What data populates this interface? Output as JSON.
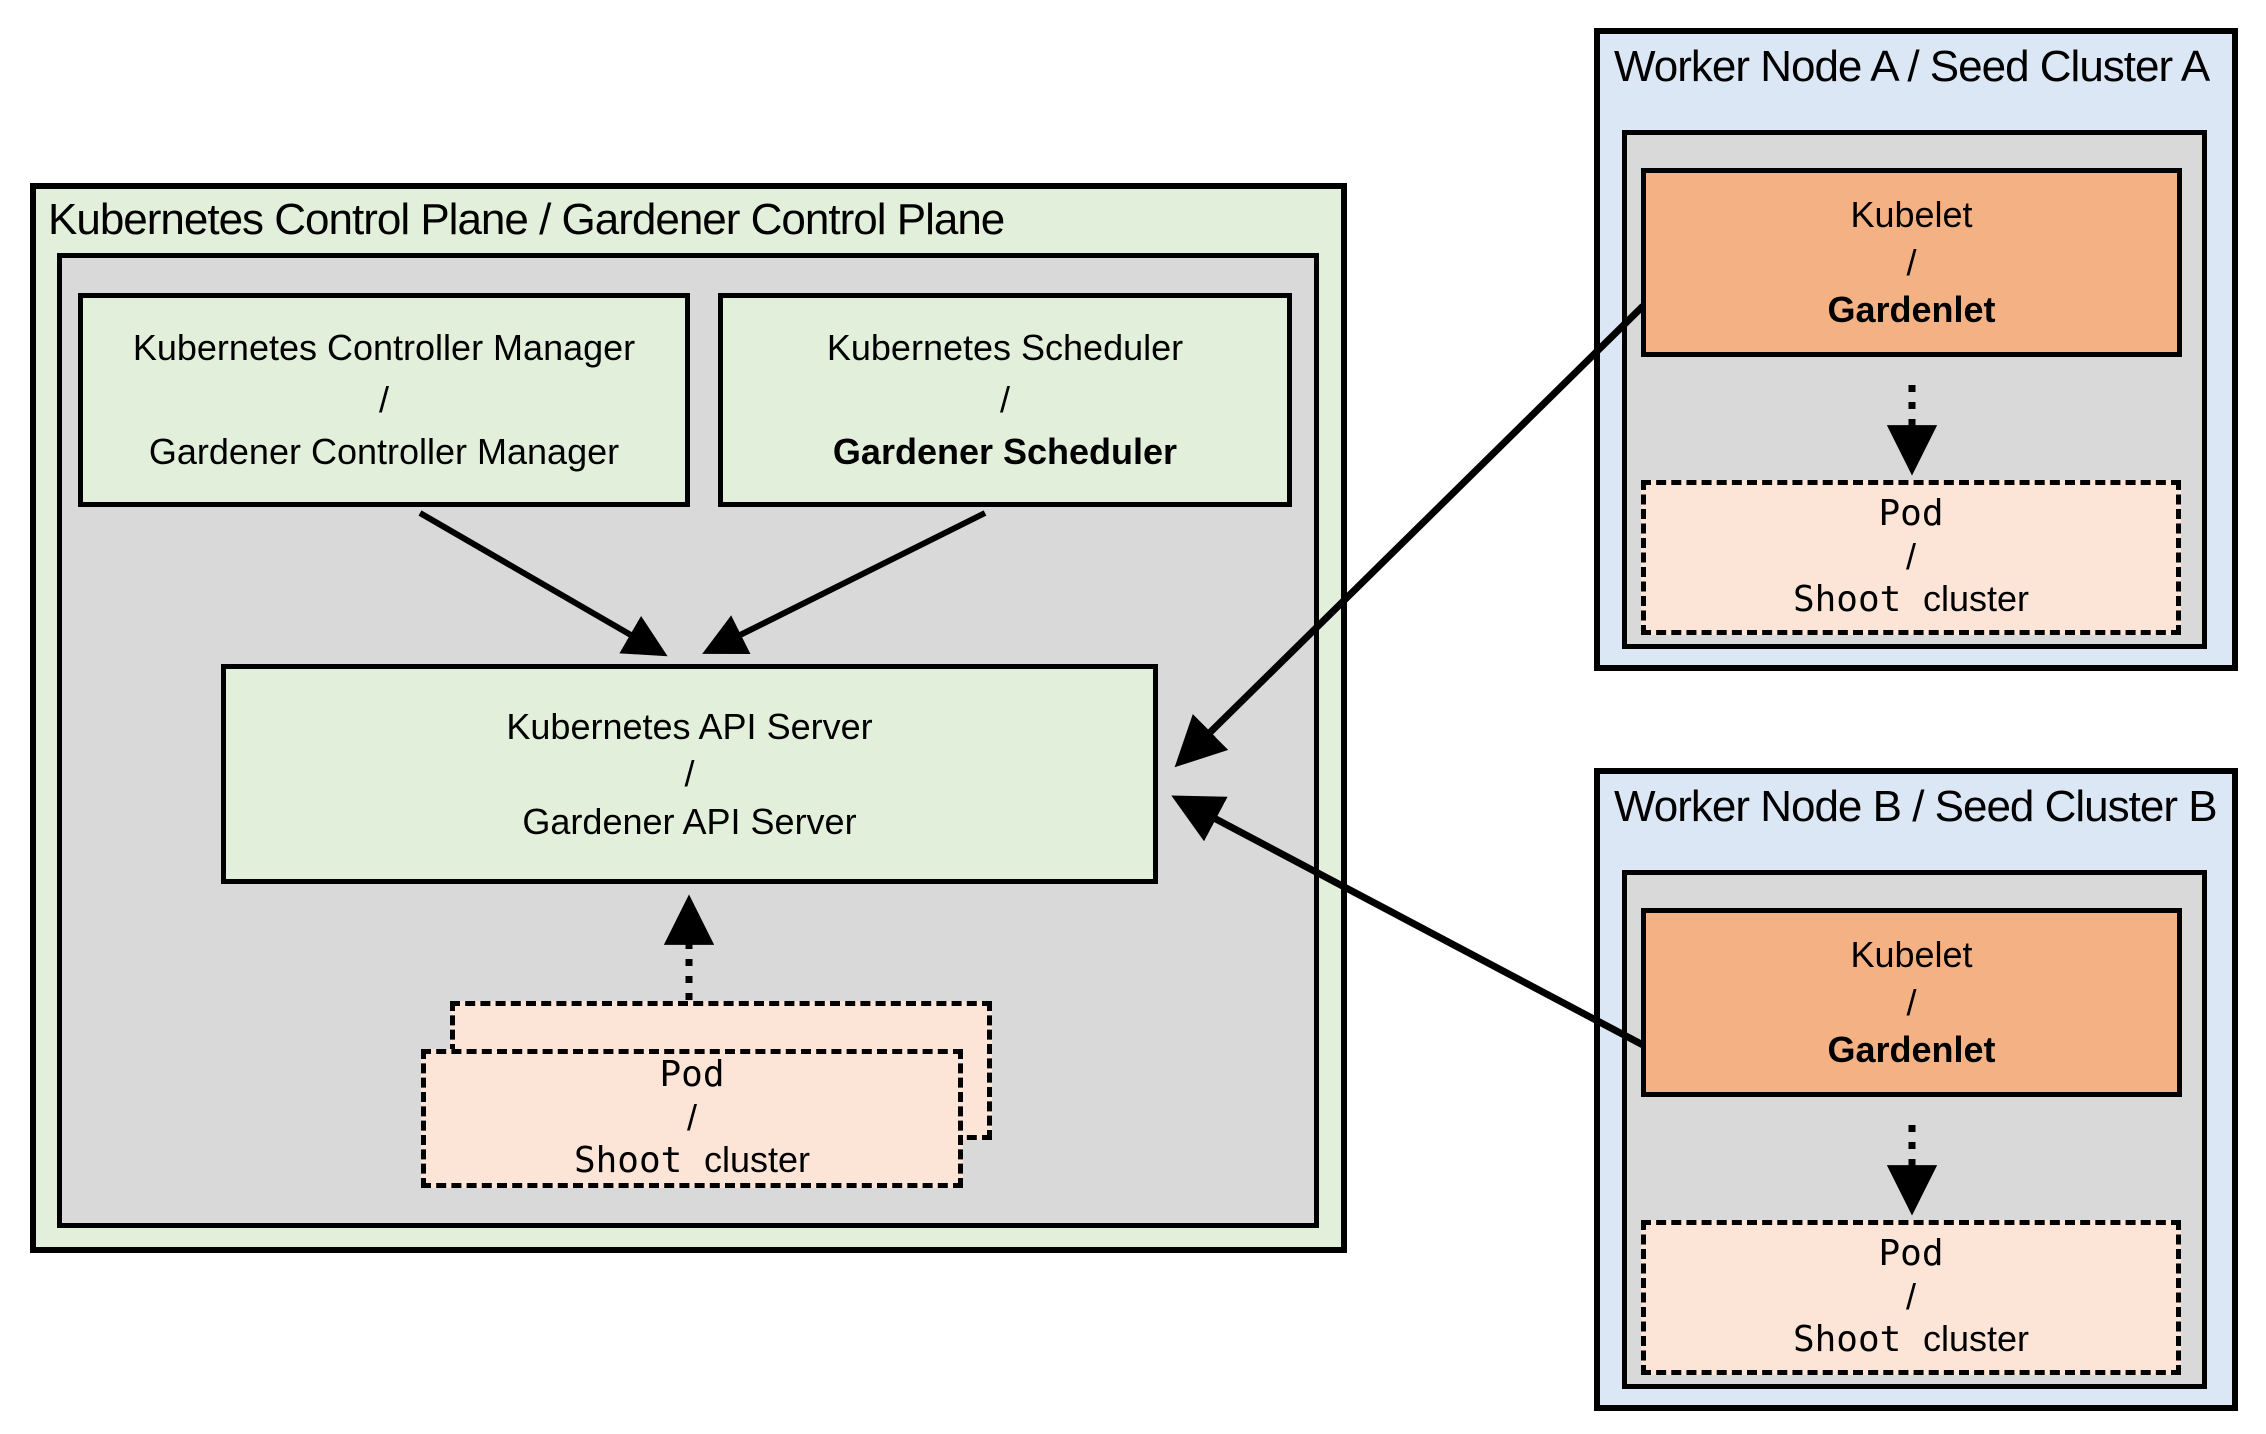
{
  "control_plane": {
    "title": "Kubernetes Control Plane / Gardener Control Plane",
    "controller_manager": {
      "line1": "Kubernetes Controller Manager",
      "line2": "/",
      "line3": "Gardener Controller Manager"
    },
    "scheduler": {
      "line1": "Kubernetes Scheduler",
      "line2": "/",
      "line3": "Gardener Scheduler"
    },
    "api_server": {
      "line1": "Kubernetes API Server",
      "line2": "/",
      "line3": "Gardener API Server"
    },
    "pod": {
      "line1": "Pod",
      "line2": "/",
      "line3_mono": "Shoot",
      "line3_sans": "cluster"
    }
  },
  "worker_a": {
    "title": "Worker Node A / Seed Cluster A",
    "kubelet": {
      "line1": "Kubelet",
      "line2": "/",
      "line3": "Gardenlet"
    },
    "pod": {
      "line1": "Pod",
      "line2": "/",
      "line3_mono": "Shoot",
      "line3_sans": "cluster"
    }
  },
  "worker_b": {
    "title": "Worker Node B / Seed Cluster B",
    "kubelet": {
      "line1": "Kubelet",
      "line2": "/",
      "line3": "Gardenlet"
    },
    "pod": {
      "line1": "Pod",
      "line2": "/",
      "line3_mono": "Shoot",
      "line3_sans": "cluster"
    }
  },
  "colors": {
    "green": "#e2efda",
    "gray": "#d9d9d9",
    "blue": "#dbe7f4",
    "orange": "#f4b183",
    "peach": "#fce4d6",
    "border": "#000000"
  }
}
